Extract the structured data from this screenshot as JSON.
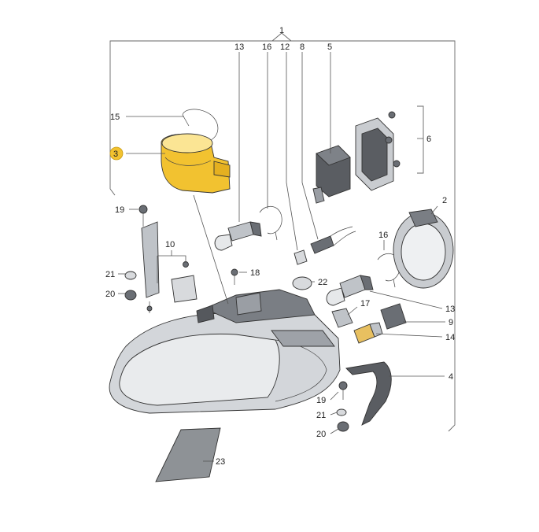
{
  "callouts": {
    "n1": "1",
    "n2": "2",
    "n3": "3",
    "n4": "4",
    "n5": "5",
    "n6": "6",
    "n8": "8",
    "n9": "9",
    "n10": "10",
    "n12": "12",
    "n13a": "13",
    "n13b": "13",
    "n14": "14",
    "n15": "15",
    "n16a": "16",
    "n16b": "16",
    "n17": "17",
    "n18": "18",
    "n19a": "19",
    "n19b": "19",
    "n20a": "20",
    "n20b": "20",
    "n21a": "21",
    "n21b": "21",
    "n22": "22",
    "n23": "23"
  },
  "colors": {
    "highlight": "#f2c230",
    "highlight_light": "#fbe594",
    "housing_grey": "#c9ccd0",
    "lens_light": "#e8eaec",
    "dark_part": "#5a5d62"
  }
}
